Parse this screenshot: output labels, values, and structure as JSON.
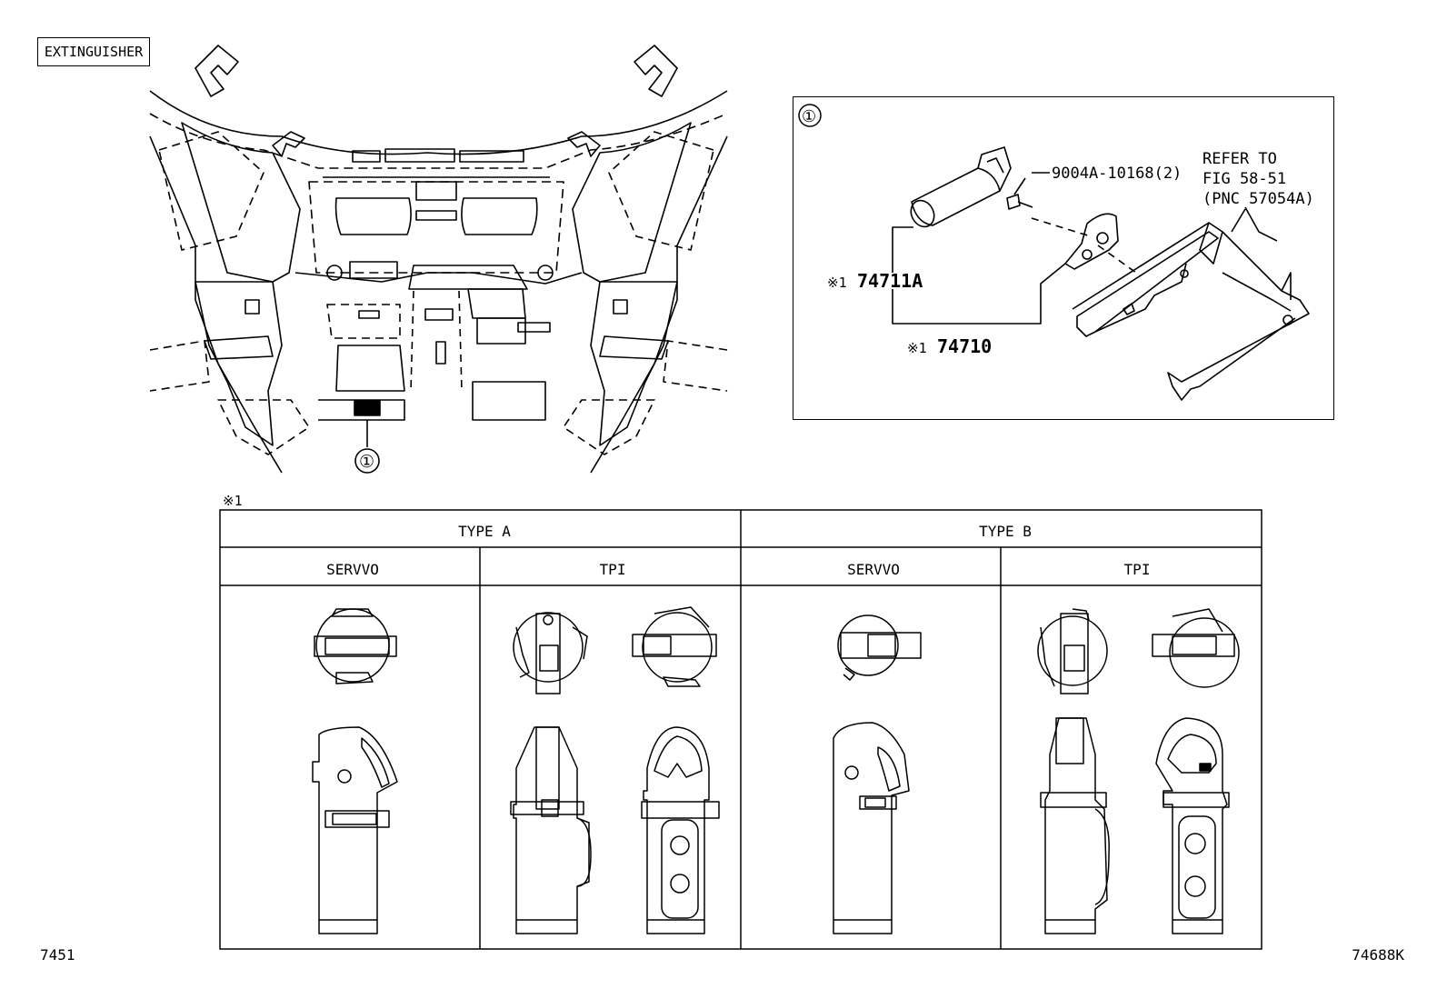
{
  "title": "EXTINGUISHER",
  "callout_marker": "①",
  "detail": {
    "marker": "①",
    "screw_label": "9004A-10168(2)",
    "refer": [
      "REFER TO",
      "FIG 58-51",
      "(PNC 57054A)"
    ],
    "note_mark": "※1",
    "part_74711a": "74711A",
    "part_74710": "74710"
  },
  "table": {
    "note_mark": "※1",
    "types": [
      {
        "label": "TYPE A",
        "cols": [
          "SERVVO",
          "TPI"
        ]
      },
      {
        "label": "TYPE B",
        "cols": [
          "SERVVO",
          "TPI"
        ]
      }
    ]
  },
  "footer": {
    "left": "7451",
    "right": "74688K"
  }
}
